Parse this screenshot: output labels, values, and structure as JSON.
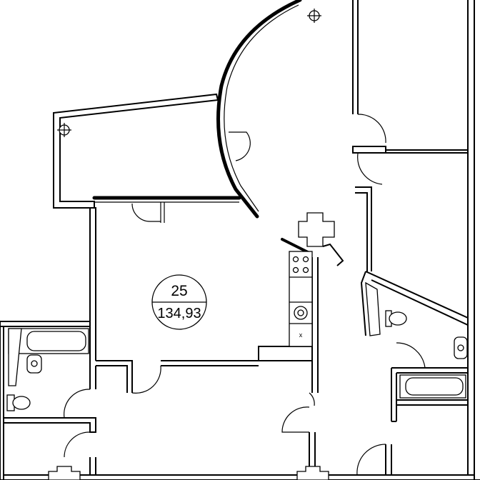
{
  "apartment": {
    "number": "25",
    "area": "134,93"
  },
  "appliances": {
    "cross_mark": "x"
  }
}
